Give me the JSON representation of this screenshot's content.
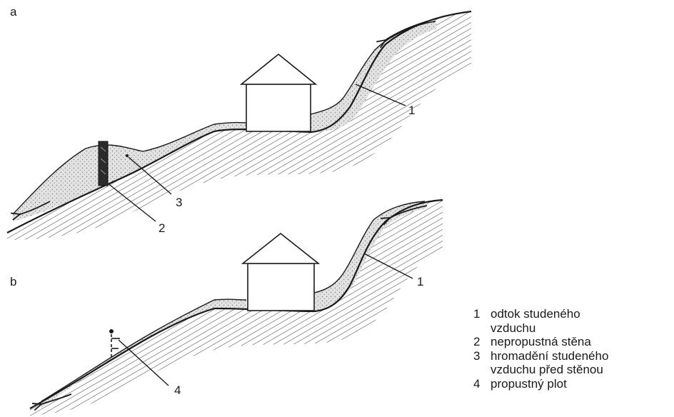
{
  "panels": {
    "a": {
      "label": "a"
    },
    "b": {
      "label": "b"
    }
  },
  "callouts": {
    "a1": "1",
    "a2": "2",
    "a3": "3",
    "b1": "1",
    "b4": "4"
  },
  "legend": [
    {
      "num": "1",
      "text": "odtok studeného\nvzduchu"
    },
    {
      "num": "2",
      "text": "nepropustná stěna"
    },
    {
      "num": "3",
      "text": "hromadění studeného\nvzduchu před stěnou"
    },
    {
      "num": "4",
      "text": "propustný plot"
    }
  ],
  "colors": {
    "ink": "#1a1a1a",
    "paper": "#ffffff",
    "air_stipple": "#d9d9d9"
  }
}
